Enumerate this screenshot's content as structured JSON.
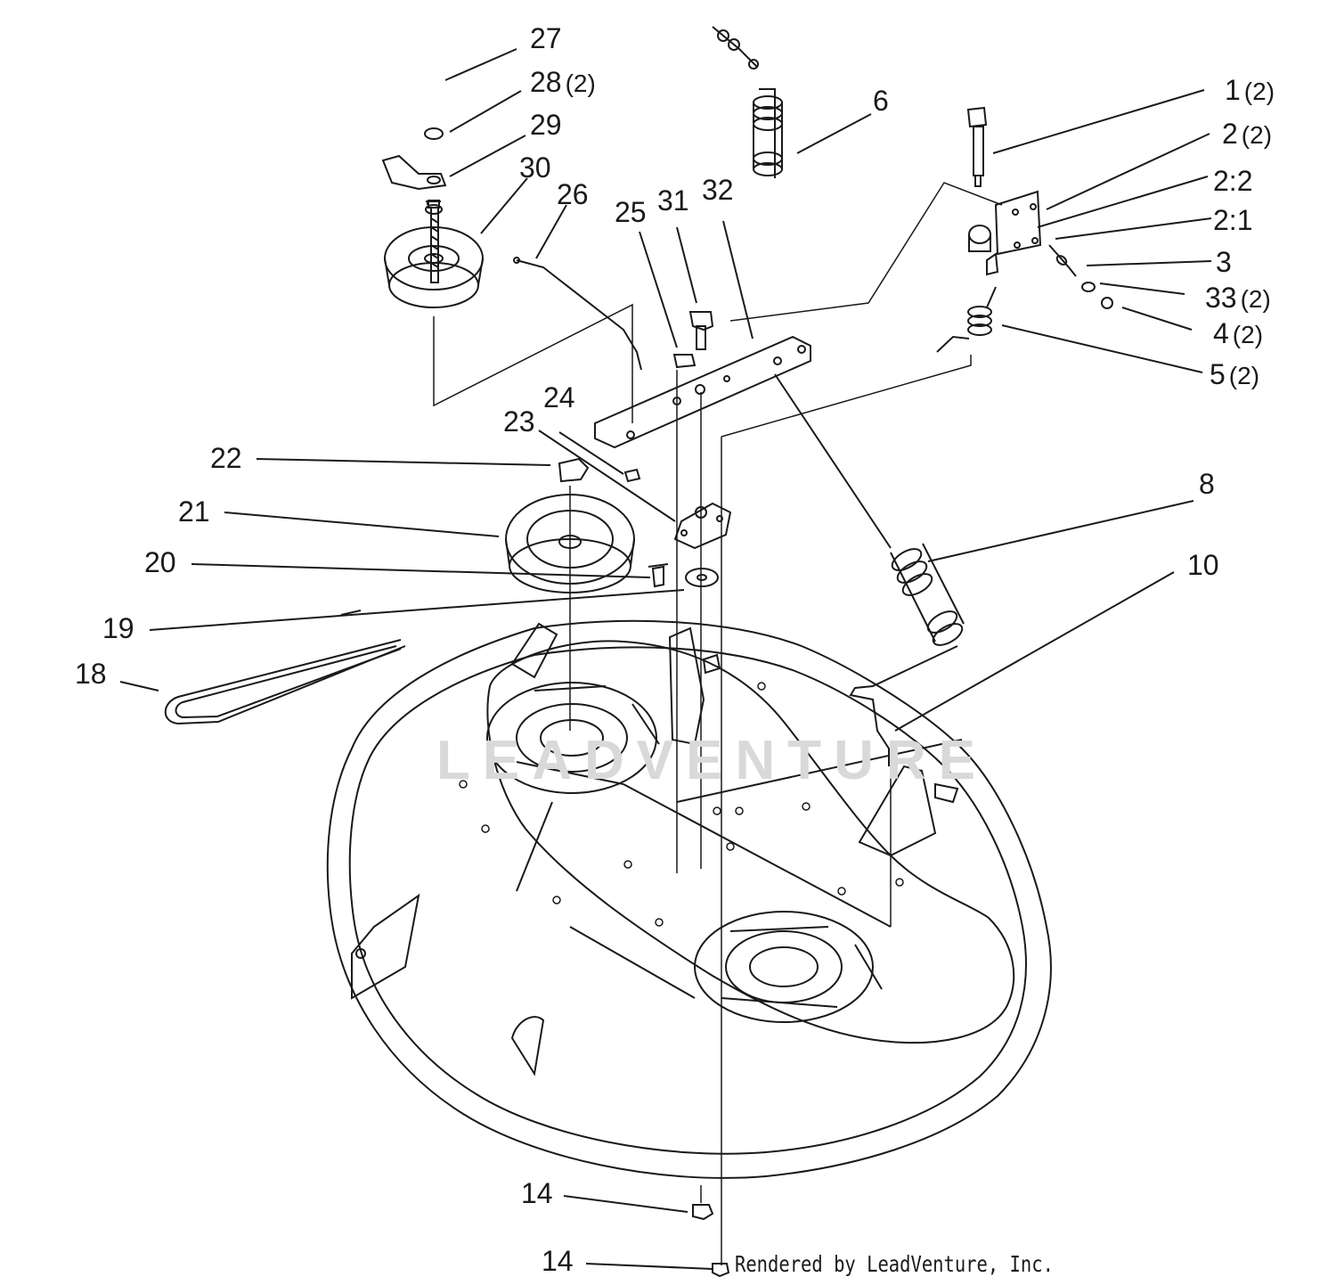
{
  "labels": [
    {
      "id": "27",
      "text": "27",
      "count": ""
    },
    {
      "id": "28",
      "text": "28",
      "count": "(2)"
    },
    {
      "id": "29",
      "text": "29",
      "count": ""
    },
    {
      "id": "30",
      "text": "30",
      "count": ""
    },
    {
      "id": "26",
      "text": "26",
      "count": ""
    },
    {
      "id": "25",
      "text": "25",
      "count": ""
    },
    {
      "id": "31",
      "text": "31",
      "count": ""
    },
    {
      "id": "32",
      "text": "32",
      "count": ""
    },
    {
      "id": "6",
      "text": "6",
      "count": ""
    },
    {
      "id": "1",
      "text": "1",
      "count": "(2)"
    },
    {
      "id": "2",
      "text": "2",
      "count": "(2)"
    },
    {
      "id": "2-2",
      "text": "2:2",
      "count": ""
    },
    {
      "id": "2-1",
      "text": "2:1",
      "count": ""
    },
    {
      "id": "3",
      "text": "3",
      "count": ""
    },
    {
      "id": "33",
      "text": "33",
      "count": "(2)"
    },
    {
      "id": "4",
      "text": "4",
      "count": "(2)"
    },
    {
      "id": "5",
      "text": "5",
      "count": "(2)"
    },
    {
      "id": "24",
      "text": "24",
      "count": ""
    },
    {
      "id": "23",
      "text": "23",
      "count": ""
    },
    {
      "id": "22",
      "text": "22",
      "count": ""
    },
    {
      "id": "21",
      "text": "21",
      "count": ""
    },
    {
      "id": "20",
      "text": "20",
      "count": ""
    },
    {
      "id": "19",
      "text": "19",
      "count": ""
    },
    {
      "id": "18",
      "text": "18",
      "count": ""
    },
    {
      "id": "8",
      "text": "8",
      "count": ""
    },
    {
      "id": "10",
      "text": "10",
      "count": ""
    },
    {
      "id": "14a",
      "text": "14",
      "count": ""
    },
    {
      "id": "14b",
      "text": "14",
      "count": ""
    }
  ],
  "watermark": "LEADVENTURE",
  "credit": "Rendered by LeadVenture, Inc."
}
